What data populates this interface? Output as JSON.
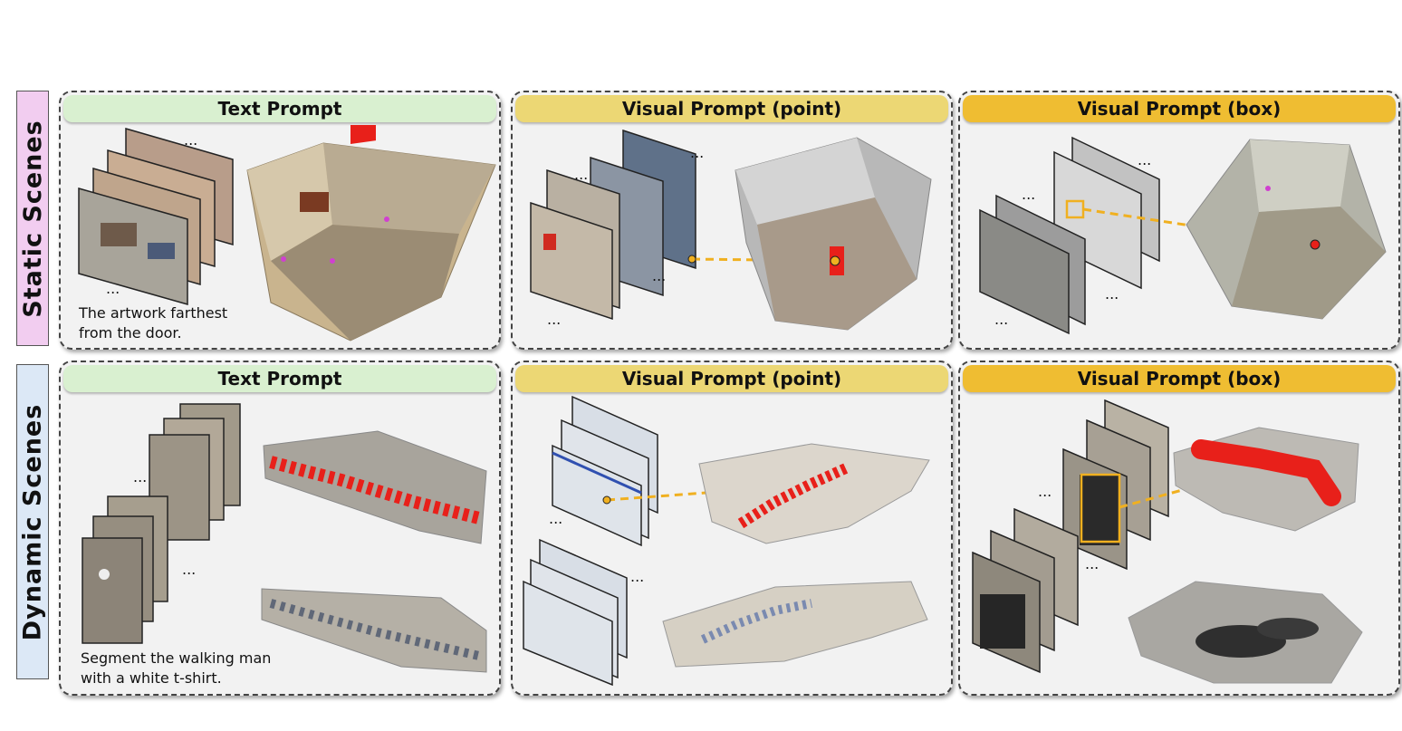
{
  "rows": [
    {
      "label": "Static Scenes",
      "label_color": "#f2cdf0",
      "panels": [
        {
          "header": "Text Prompt",
          "header_color": "#d9f0d0",
          "caption_lines": [
            "The artwork farthest",
            "from the door."
          ]
        },
        {
          "header": "Visual Prompt (point)",
          "header_color": "#ecd774"
        },
        {
          "header": "Visual Prompt (box)",
          "header_color": "#efbd32"
        }
      ]
    },
    {
      "label": "Dynamic Scenes",
      "label_color": "#dce8f6",
      "panels": [
        {
          "header": "Text Prompt",
          "header_color": "#d9f0d0",
          "caption_lines": [
            "Segment the walking man",
            "with a white t-shirt."
          ]
        },
        {
          "header": "Visual Prompt (point)",
          "header_color": "#ecd774"
        },
        {
          "header": "Visual Prompt (box)",
          "header_color": "#efbd32"
        }
      ]
    }
  ],
  "ellipsis": "...",
  "colors": {
    "highlight": "#e8201a",
    "prompt_link": "#f0b020",
    "panel_bg": "#f2f2f2"
  }
}
